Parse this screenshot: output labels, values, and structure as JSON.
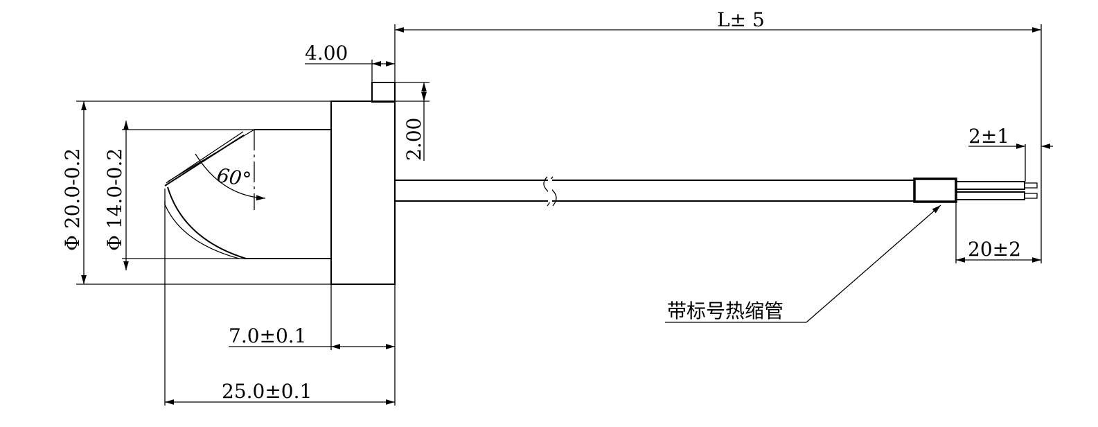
{
  "dimensions": {
    "length": "L± 5",
    "tab_width": "4.00",
    "tab_height": "2.00",
    "outer_diameter": "Φ 20.0-0.2",
    "inner_diameter": "Φ 14.0-0.2",
    "angle": "60°",
    "flange_thickness": "7.0±0.1",
    "overall_head": "25.0±0.1",
    "wire_strip": "2±1",
    "wire_exposed": "20±2"
  },
  "labels": {
    "sleeve_note": "带标号热缩管"
  }
}
